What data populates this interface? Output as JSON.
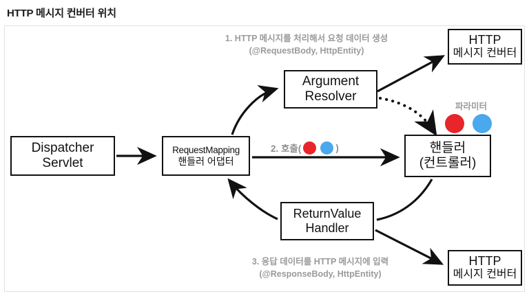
{
  "page": {
    "title": "HTTP 메시지 컨버터 위치"
  },
  "colors": {
    "red_dot": "#e8252a",
    "blue_dot": "#4aa8ec",
    "annotation_gray": "#9a9a9a",
    "box_border": "#111111",
    "canvas_border": "#e0e0e0"
  },
  "diagram": {
    "boxes": {
      "dispatcher_servlet": {
        "line1": "Dispatcher",
        "line2": "Servlet"
      },
      "handler_adapter": {
        "line1": "RequestMapping",
        "line2": "핸들러 어댑터"
      },
      "argument_resolver": {
        "line1": "Argument",
        "line2": "Resolver"
      },
      "handler": {
        "line1": "핸들러",
        "line2": "(컨트롤러)"
      },
      "return_value_handler": {
        "line1": "ReturnValue",
        "line2": "Handler"
      },
      "message_converter_top": {
        "line1": "HTTP",
        "line2": "메시지 컨버터"
      },
      "message_converter_bottom": {
        "line1": "HTTP",
        "line2": "메시지 컨버터"
      }
    },
    "annotations": {
      "step1": {
        "line1": "1. HTTP 메시지를 처리해서 요청 데이터 생성",
        "line2": "(@RequestBody, HttpEntity)"
      },
      "step2": {
        "prefix": "2. 호출(",
        "suffix": ")"
      },
      "step3": {
        "line1": "3. 응답 데이터를 HTTP 메시지에 입력",
        "line2": "(@ResponseBody, HttpEntity)"
      },
      "parameter_label": "파라미터"
    }
  }
}
